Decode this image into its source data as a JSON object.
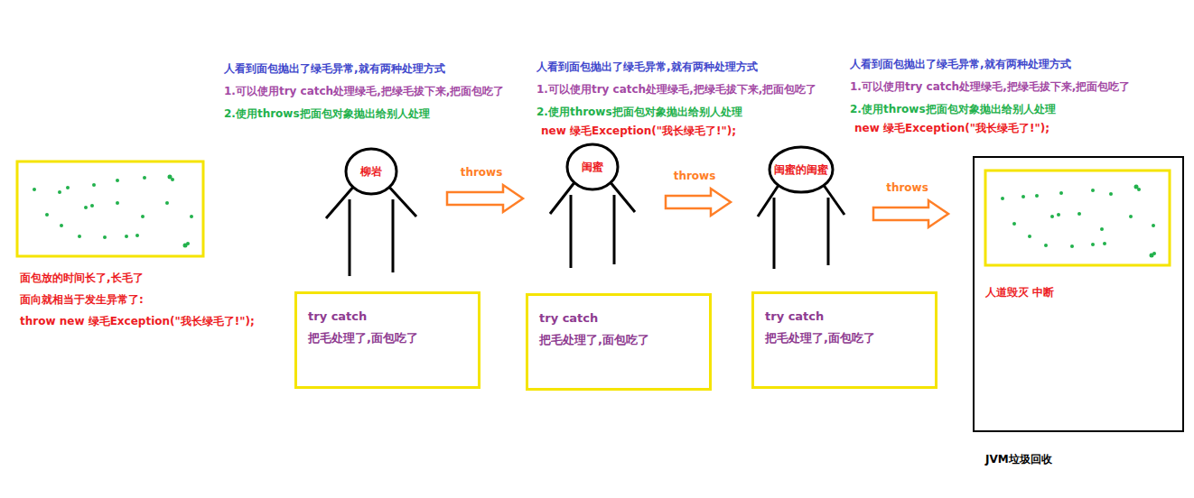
{
  "diagram": {
    "nodes": [
      {
        "text": [
          "柳岩"
        ]
      },
      {
        "text": [
          "try catch",
          "把毛处理了,面包吃了"
        ]
      },
      {
        "text": [
          "闺蜜"
        ]
      },
      {
        "text": [
          "try catch",
          "把毛处理了,面包吃了"
        ]
      },
      {
        "text": [
          "闺蜜的闺蜜"
        ]
      },
      {
        "text": [
          "try catch",
          "把毛处理了,面包吃了"
        ]
      },
      {
        "text": [
          "人道毁灭  中断",
          "JVM垃圾回收"
        ]
      }
    ],
    "edges": [
      {
        "from": 0,
        "to": 2,
        "label": "throws",
        "arrow": "to"
      },
      {
        "from": 2,
        "to": 4,
        "label": "throws",
        "arrow": "to"
      },
      {
        "from": 4,
        "to": 6,
        "label": "throws",
        "arrow": "to"
      }
    ],
    "labels": [
      "人看到面包抛出了绿毛异常,就有两种处理方式",
      "1.可以使用try catch处理绿毛,把绿毛拔下来,把面包吃了",
      "2.使用throws把面包对象抛出给别人处理",
      "人看到面包抛出了绿毛异常,就有两种处理方式",
      "1.可以使用try catch处理绿毛,把绿毛拔下来,把面包吃了",
      "2.使用throws把面包对象抛出给别人处理",
      "new 绿毛Exception(\"我长绿毛了!\");",
      "人看到面包抛出了绿毛异常,就有两种处理方式",
      "1.可以使用try catch处理绿毛,把绿毛拔下来,把面包吃了",
      "2.使用throws把面包对象抛出给别人处理",
      "new 绿毛Exception(\"我长绿毛了!\");",
      "面包放的时间长了,长毛了",
      "面向就相当于发生异常了:",
      "throw new 绿毛Exception(\"我长绿毛了!\");"
    ]
  }
}
